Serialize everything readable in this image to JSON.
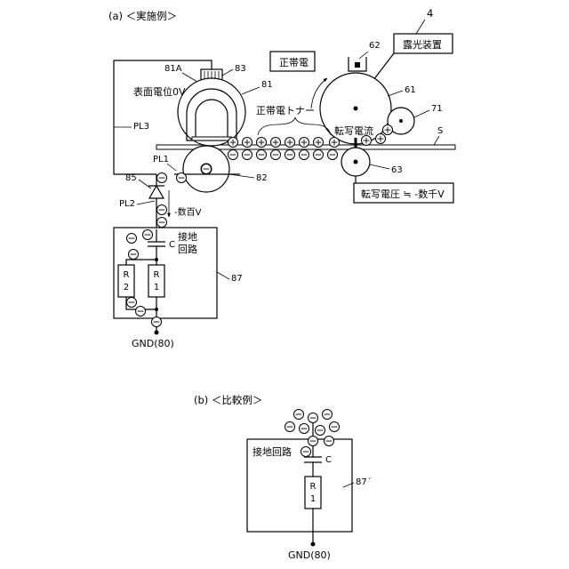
{
  "panel_a": {
    "caption": "(a) ＜実施例＞",
    "exposure_device": "露光装置",
    "exposure_ref": "4",
    "charger_ref": "62",
    "positive_charge_label": "正帯電",
    "photo_drum_ref": "61",
    "roller_71_ref": "71",
    "sheet_ref": "S",
    "transfer_current": "転写電流",
    "roller_63_ref": "63",
    "transfer_voltage": "転写電圧 ≒ -数千V",
    "toner_label": "正帯電トナー",
    "drum_81_ref": "81",
    "drum_81a_ref": "81A",
    "sensor_ref": "83",
    "surface_potential": "表面電位0V",
    "pl3": "PL3",
    "pl1": "PL1",
    "pl2": "PL2",
    "roller_82_ref": "82",
    "diode_ref": "85",
    "voltage_hundreds": "-数百V",
    "ground_circuit_line1": "接地",
    "ground_circuit_line2": "回路",
    "capacitor": "C",
    "r2_a": "R",
    "r2_b": "2",
    "r1_a": "R",
    "r1_b": "1",
    "circuit_ref": "87",
    "gnd": "GND(80)"
  },
  "panel_b": {
    "caption": "(b) ＜比較例＞",
    "ground_circuit": "接地回路",
    "capacitor": "C",
    "r1_a": "R",
    "r1_b": "1",
    "circuit_ref": "87´",
    "gnd": "GND(80)"
  },
  "charge_symbols": {
    "plus": "+",
    "minus": "−"
  }
}
